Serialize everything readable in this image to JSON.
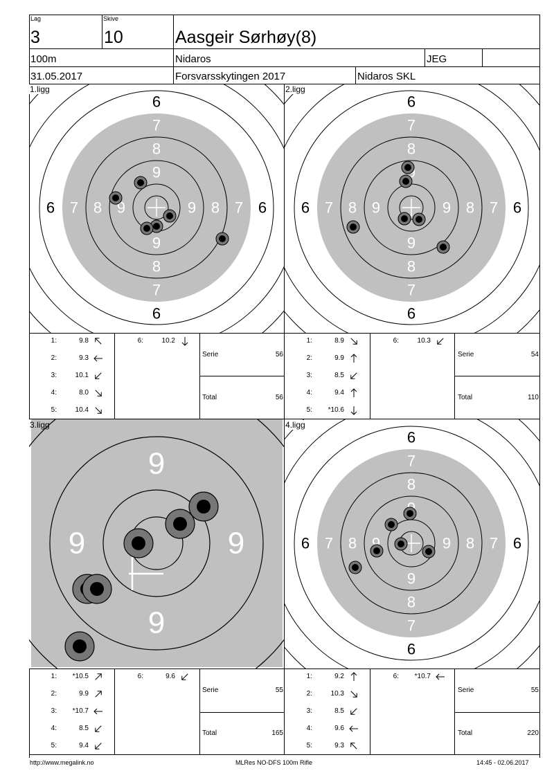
{
  "header": {
    "lag_label": "Lag",
    "lag": "3",
    "skive_label": "Skive",
    "skive": "10",
    "name": "Aasgeir Sørhøy(8)",
    "distance": "100m",
    "club": "Nidaros",
    "class": "JEG",
    "date": "31.05.2017",
    "event": "Forsvarsskytingen 2017",
    "organizer": "Nidaros SKL"
  },
  "colors": {
    "target_gray": "#c0c0c0",
    "shot_ring": "#777777",
    "shot": "#000000"
  },
  "series": [
    {
      "label": "1.ligg",
      "shots": [
        {
          "n": "1:",
          "v": "9.8",
          "dir": "nw"
        },
        {
          "n": "2:",
          "v": "9.3",
          "dir": "w"
        },
        {
          "n": "3:",
          "v": "10.1",
          "dir": "sw"
        },
        {
          "n": "4:",
          "v": "8.0",
          "dir": "se"
        },
        {
          "n": "5:",
          "v": "10.4",
          "dir": "se"
        },
        {
          "n": "6:",
          "v": "10.2",
          "dir": "s"
        }
      ],
      "serie_label": "Serie",
      "serie": "56",
      "total_label": "Total",
      "total": "56"
    },
    {
      "label": "2.ligg",
      "shots": [
        {
          "n": "1:",
          "v": "8.9",
          "dir": "se"
        },
        {
          "n": "2:",
          "v": "9.9",
          "dir": "n"
        },
        {
          "n": "3:",
          "v": "8.5",
          "dir": "sw"
        },
        {
          "n": "4:",
          "v": "9.4",
          "dir": "n"
        },
        {
          "n": "5:",
          "v": "*10.6",
          "dir": "s"
        },
        {
          "n": "6:",
          "v": "10.3",
          "dir": "sw"
        }
      ],
      "serie_label": "Serie",
      "serie": "54",
      "total_label": "Total",
      "total": "110"
    },
    {
      "label": "3.ligg",
      "shots": [
        {
          "n": "1:",
          "v": "*10.5",
          "dir": "ne"
        },
        {
          "n": "2:",
          "v": "9.9",
          "dir": "ne"
        },
        {
          "n": "3:",
          "v": "*10.7",
          "dir": "w"
        },
        {
          "n": "4:",
          "v": "8.5",
          "dir": "sw"
        },
        {
          "n": "5:",
          "v": "9.4",
          "dir": "sw"
        },
        {
          "n": "6:",
          "v": "9.6",
          "dir": "sw"
        }
      ],
      "serie_label": "Serie",
      "serie": "55",
      "total_label": "Total",
      "total": "165"
    },
    {
      "label": "4.ligg",
      "shots": [
        {
          "n": "1:",
          "v": "9.2",
          "dir": "n"
        },
        {
          "n": "2:",
          "v": "10.3",
          "dir": "se"
        },
        {
          "n": "3:",
          "v": "8.5",
          "dir": "sw"
        },
        {
          "n": "4:",
          "v": "9.6",
          "dir": "w"
        },
        {
          "n": "5:",
          "v": "9.3",
          "dir": "nw"
        },
        {
          "n": "6:",
          "v": "*10.7",
          "dir": "w"
        }
      ],
      "serie_label": "Serie",
      "serie": "55",
      "total_label": "Total",
      "total": "220"
    }
  ],
  "ring_labels": {
    "r6": "6",
    "r7": "7",
    "r8": "8",
    "r9": "9"
  },
  "footer": {
    "url": "http://www.megalink.no",
    "program": "MLRes NO-DFS 100m Rifle",
    "timestamp": "14:45 - 02.06.2017"
  }
}
